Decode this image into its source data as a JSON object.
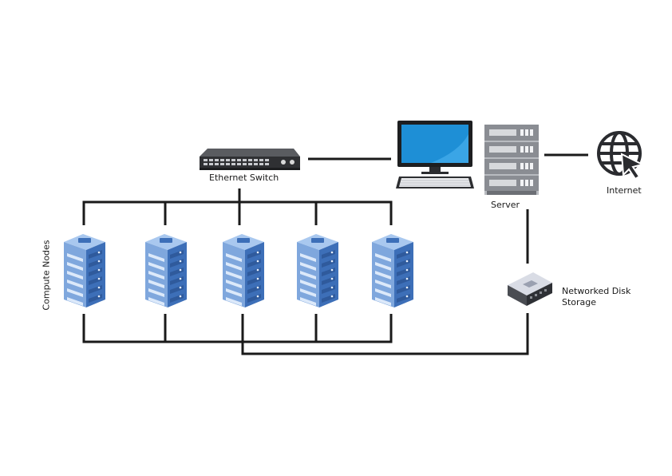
{
  "diagram": {
    "labels": {
      "ethernet_switch": "Ethernet Switch",
      "server": "Server",
      "internet": "Internet",
      "storage_line1": "Networked Disk",
      "storage_line2": "Storage",
      "compute_nodes": "Compute Nodes"
    },
    "icons": {
      "switch": "ethernet-switch-icon",
      "monitor": "monitor-icon",
      "keyboard": "keyboard-icon",
      "server": "server-rack-icon",
      "internet": "globe-cursor-icon",
      "storage": "disk-storage-icon",
      "compute_node": "compute-node-icon"
    },
    "compute_node_count": 5,
    "colors": {
      "line": "#1a1a1a",
      "node_blue": "#3d6fb8",
      "node_light": "#a9c8ef",
      "monitor_screen": "#1e8fd6",
      "server_gray": "#8a8d93"
    }
  }
}
